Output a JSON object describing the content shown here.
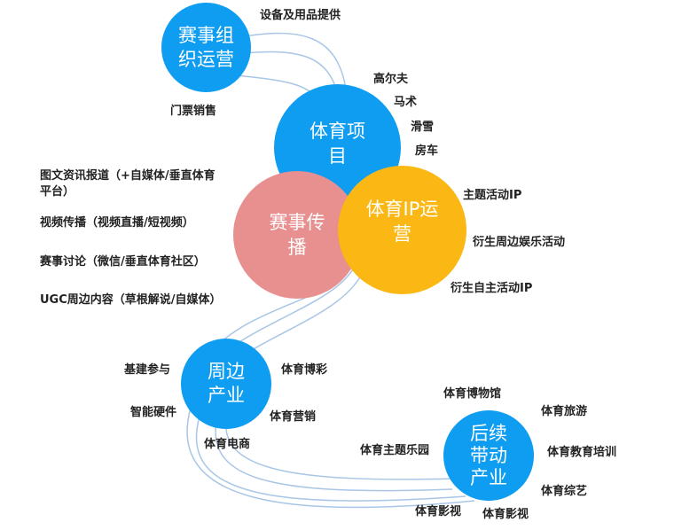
{
  "colors": {
    "blue": "#0f9df2",
    "pink": "#e88f8f",
    "yellow": "#fbb713",
    "link": "#a9c6e6",
    "text": "#222222"
  },
  "nodes": {
    "event_ops": "赛事组织运营",
    "sports_project": "体育项目",
    "event_media": "赛事传播",
    "sports_ip": "体育IP运营",
    "peripheral": "周边产业",
    "follow_on": "后续带动产业"
  },
  "labels": {
    "event_ops": [
      "设备及用品提供",
      "门票销售"
    ],
    "sports_project": [
      "高尔夫",
      "马术",
      "滑雪",
      "房车"
    ],
    "event_media": [
      "图文资讯报道（+自媒体/垂直体育",
      "平台）",
      "视频传播（视频直播/短视频）",
      "赛事讨论（微信/垂直体育社区）",
      "UGC周边内容（草根解说/自媒体）"
    ],
    "sports_ip": [
      "主题活动IP",
      "衍生周边娱乐活动",
      "衍生自主活动IP"
    ],
    "peripheral": [
      "基建参与",
      "智能硬件",
      "体育博彩",
      "体育营销",
      "体育电商"
    ],
    "follow_on": [
      "体育博物馆",
      "体育旅游",
      "体育主题乐园",
      "体育教育培训",
      "体育综艺",
      "体育影视",
      "体育影视"
    ]
  }
}
